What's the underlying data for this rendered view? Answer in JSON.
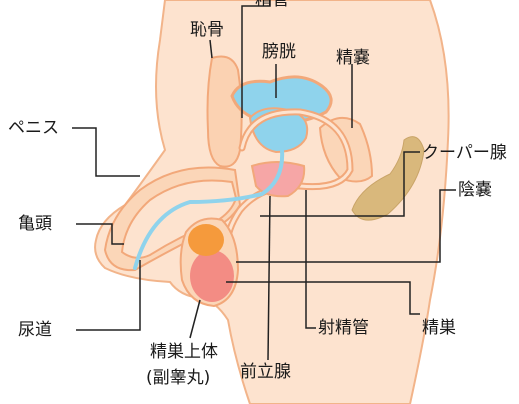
{
  "labels": {
    "top_cut": "精管",
    "pubic_bone": "恥骨",
    "bladder": "膀胱",
    "seminal_vesicle": "精嚢",
    "penis": "ペニス",
    "cowper_gland": "クーパー腺",
    "scrotum": "陰嚢",
    "glans": "亀頭",
    "urethra": "尿道",
    "ejaculatory_duct": "射精管",
    "testis": "精巣",
    "epididymis": "精巣上体",
    "epididymis_alt": "(副睾丸)",
    "prostate": "前立腺"
  },
  "colors": {
    "skin": "#fde3cf",
    "skin_outline": "#f2b48a",
    "bladder": "#8fd3ec",
    "urethra": "#8fd3ec",
    "prostate": "#f6a6a6",
    "testis": "#f38c84",
    "epididymis": "#f59a3c",
    "cowper": "#d9b87c",
    "line": "#222222"
  }
}
